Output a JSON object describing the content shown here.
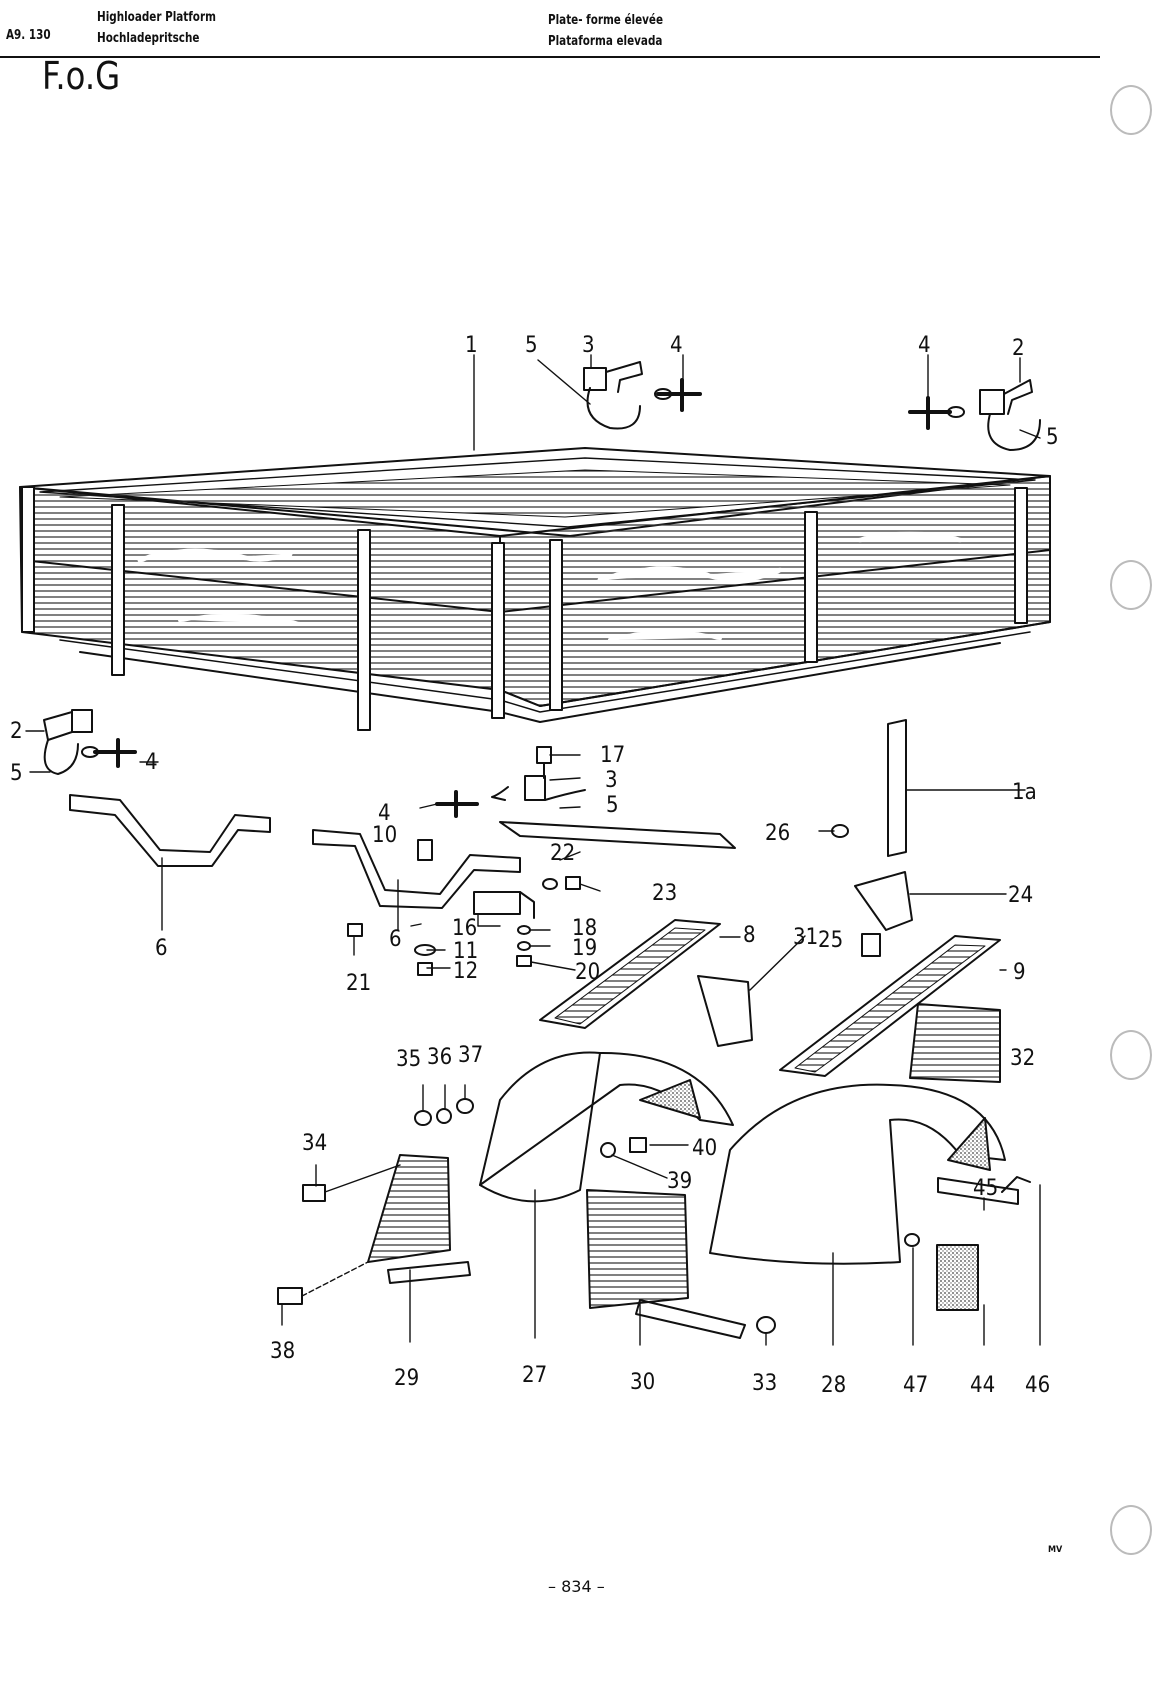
{
  "header": {
    "code": "A9. 130",
    "title_en": "Highloader Platform",
    "title_de": "Hochladepritsche",
    "title_fr": "Plate- forme élevée",
    "title_es": "Plataforma elevada"
  },
  "section": "F.o.G",
  "page_number": "– 834 –",
  "initials": "MV",
  "callouts": [
    "1",
    "1a",
    "2",
    "3",
    "4",
    "5",
    "6",
    "8",
    "9",
    "10",
    "11",
    "12",
    "16",
    "17",
    "18",
    "19",
    "20",
    "21",
    "22",
    "23",
    "24",
    "25",
    "26",
    "27",
    "28",
    "29",
    "30",
    "31",
    "32",
    "33",
    "34",
    "35",
    "36",
    "37",
    "38",
    "39",
    "40",
    "44",
    "45",
    "46",
    "47"
  ]
}
